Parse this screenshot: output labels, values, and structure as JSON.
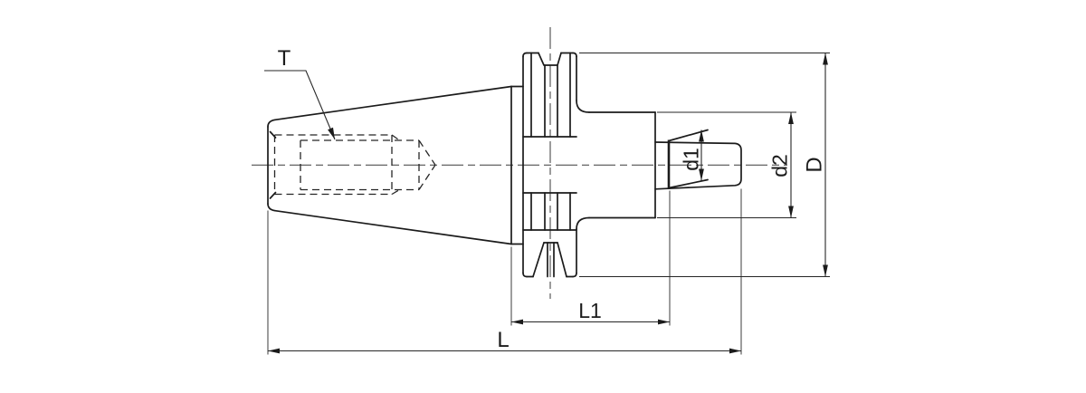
{
  "drawing": {
    "background_color": "#ffffff",
    "line_color": "#1b1b1b",
    "view": "side-section view of taper-shank tool holder with V-groove flange, reduced neck and tapered spigot nose; internal threaded bore shown hidden (dashed)",
    "labels": {
      "thread": "T",
      "spigot_diameter": "d1",
      "neck_diameter": "d2",
      "flange_diameter": "D",
      "neck_length": "L1",
      "overall_length": "L"
    }
  }
}
